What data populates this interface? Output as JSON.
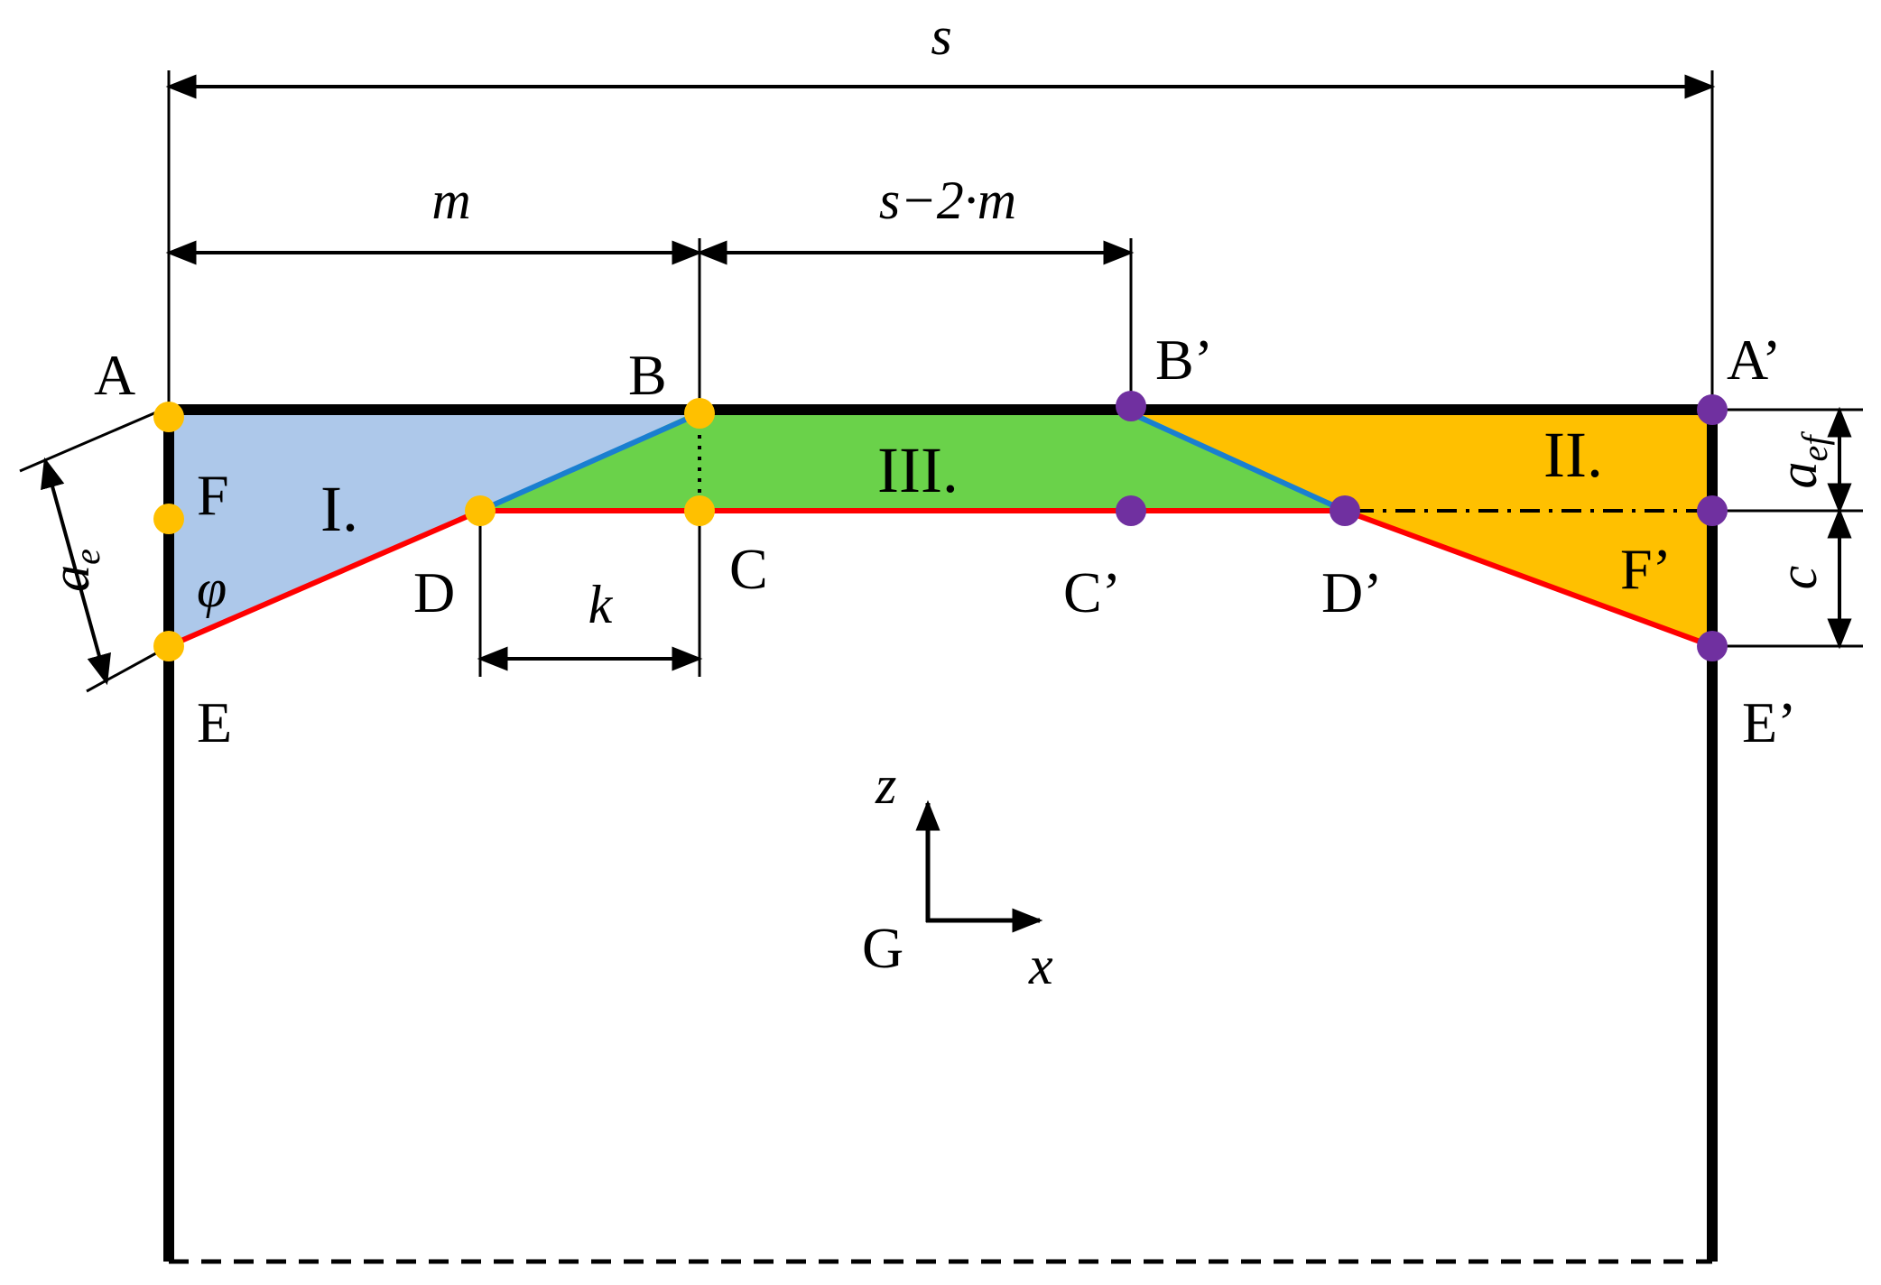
{
  "points": {
    "A": "A",
    "B": "B",
    "C": "C",
    "D": "D",
    "E": "E",
    "F": "F",
    "A_prime": "A’",
    "B_prime": "B’",
    "C_prime": "C’",
    "D_prime": "D’",
    "E_prime": "E’",
    "F_prime": "F’",
    "G": "G"
  },
  "regions": {
    "one": "I.",
    "two": "II.",
    "three": "III."
  },
  "dimensions": {
    "s": "s",
    "m": "m",
    "s_minus_2m": "s−2·m",
    "k": "k",
    "c": "c",
    "a_e": "a",
    "a_e_sub": "e",
    "a_ef": "a",
    "a_ef_sub": "ef",
    "phi": "φ"
  },
  "axes": {
    "z": "z",
    "x": "x"
  },
  "colors": {
    "region_one": "#adc8ea",
    "region_two": "#ffc000",
    "region_three": "#6ad24a",
    "line_red": "#ff0000",
    "line_blue": "#1a7fd0",
    "point_orange": "#ffc000",
    "point_purple": "#7030a0"
  }
}
